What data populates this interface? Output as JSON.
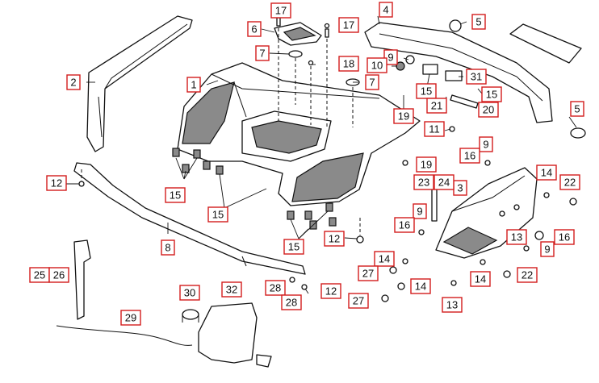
{
  "diagram": {
    "callouts": [
      {
        "id": "c1",
        "text": "1"
      },
      {
        "id": "c2",
        "text": "2"
      },
      {
        "id": "c3",
        "text": "3"
      },
      {
        "id": "c4",
        "text": "4"
      },
      {
        "id": "c5a",
        "text": "5"
      },
      {
        "id": "c5b",
        "text": "5"
      },
      {
        "id": "c6",
        "text": "6"
      },
      {
        "id": "c7a",
        "text": "7"
      },
      {
        "id": "c7b",
        "text": "7"
      },
      {
        "id": "c8",
        "text": "8"
      },
      {
        "id": "c9a",
        "text": "9"
      },
      {
        "id": "c9b",
        "text": "9"
      },
      {
        "id": "c9c",
        "text": "9"
      },
      {
        "id": "c9d",
        "text": "9"
      },
      {
        "id": "c10",
        "text": "10"
      },
      {
        "id": "c11",
        "text": "11"
      },
      {
        "id": "c12a",
        "text": "12"
      },
      {
        "id": "c12b",
        "text": "12"
      },
      {
        "id": "c12c",
        "text": "12"
      },
      {
        "id": "c13a",
        "text": "13"
      },
      {
        "id": "c13b",
        "text": "13"
      },
      {
        "id": "c14a",
        "text": "14"
      },
      {
        "id": "c14b",
        "text": "14"
      },
      {
        "id": "c14c",
        "text": "14"
      },
      {
        "id": "c14d",
        "text": "14"
      },
      {
        "id": "c15a",
        "text": "15"
      },
      {
        "id": "c15b",
        "text": "15"
      },
      {
        "id": "c15c",
        "text": "15"
      },
      {
        "id": "c15d",
        "text": "15"
      },
      {
        "id": "c15e",
        "text": "15"
      },
      {
        "id": "c16a",
        "text": "16"
      },
      {
        "id": "c16b",
        "text": "16"
      },
      {
        "id": "c16c",
        "text": "16"
      },
      {
        "id": "c17a",
        "text": "17"
      },
      {
        "id": "c17b",
        "text": "17"
      },
      {
        "id": "c18",
        "text": "18"
      },
      {
        "id": "c19a",
        "text": "19"
      },
      {
        "id": "c19b",
        "text": "19"
      },
      {
        "id": "c20",
        "text": "20"
      },
      {
        "id": "c21",
        "text": "21"
      },
      {
        "id": "c22a",
        "text": "22"
      },
      {
        "id": "c22b",
        "text": "22"
      },
      {
        "id": "c23",
        "text": "23"
      },
      {
        "id": "c24",
        "text": "24"
      },
      {
        "id": "c25",
        "text": "25"
      },
      {
        "id": "c26",
        "text": "26"
      },
      {
        "id": "c27a",
        "text": "27"
      },
      {
        "id": "c27b",
        "text": "27"
      },
      {
        "id": "c28a",
        "text": "28"
      },
      {
        "id": "c28b",
        "text": "28"
      },
      {
        "id": "c29",
        "text": "29"
      },
      {
        "id": "c30",
        "text": "30"
      },
      {
        "id": "c31",
        "text": "31"
      },
      {
        "id": "c32",
        "text": "32"
      }
    ]
  },
  "colors": {
    "callout_border": "#d21c1c",
    "line": "#111111",
    "panel_fill": "#8a8a8a",
    "background": "#ffffff"
  }
}
